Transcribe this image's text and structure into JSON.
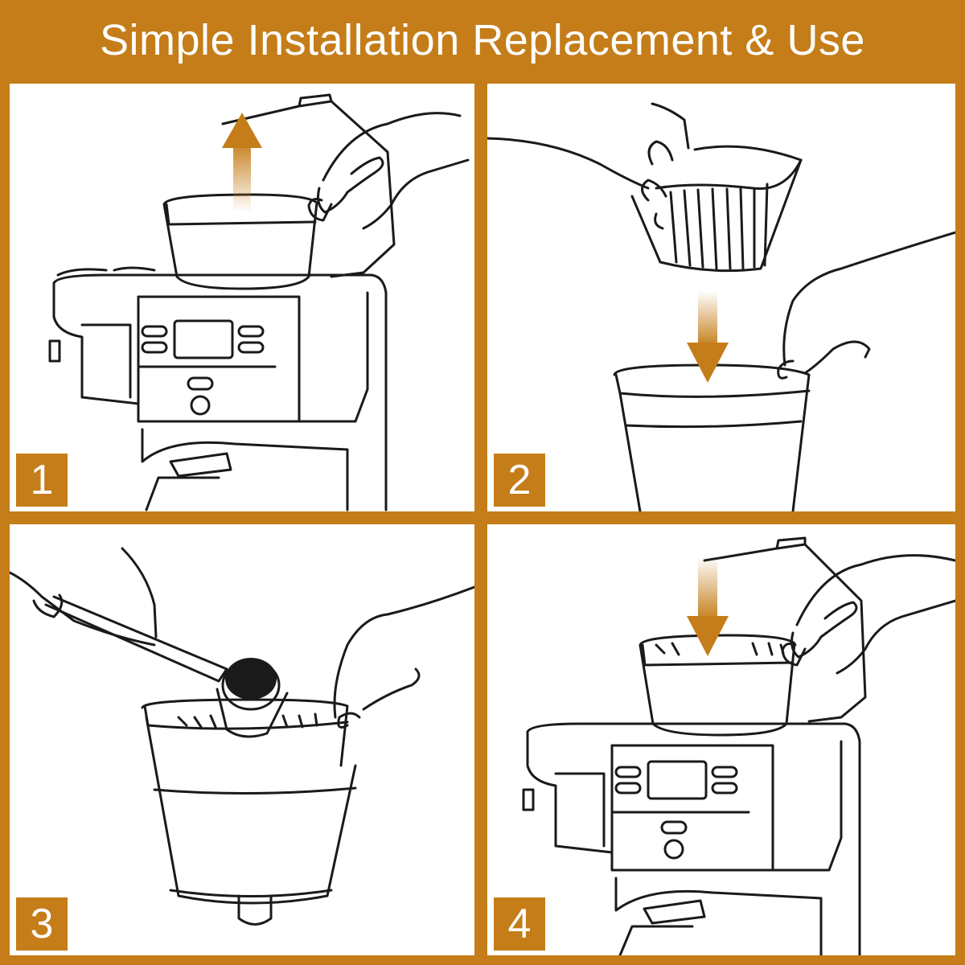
{
  "header": {
    "title": "Simple Installation Replacement & Use"
  },
  "steps": [
    {
      "number": "1"
    },
    {
      "number": "2"
    },
    {
      "number": "3"
    },
    {
      "number": "4"
    }
  ],
  "colors": {
    "accent": "#c47d18",
    "panel": "#ffffff",
    "line": "#1a1a1a"
  },
  "icons": [
    "lift-up-arrow-icon",
    "insert-down-arrow-icon",
    "insert-down-arrow-icon"
  ]
}
